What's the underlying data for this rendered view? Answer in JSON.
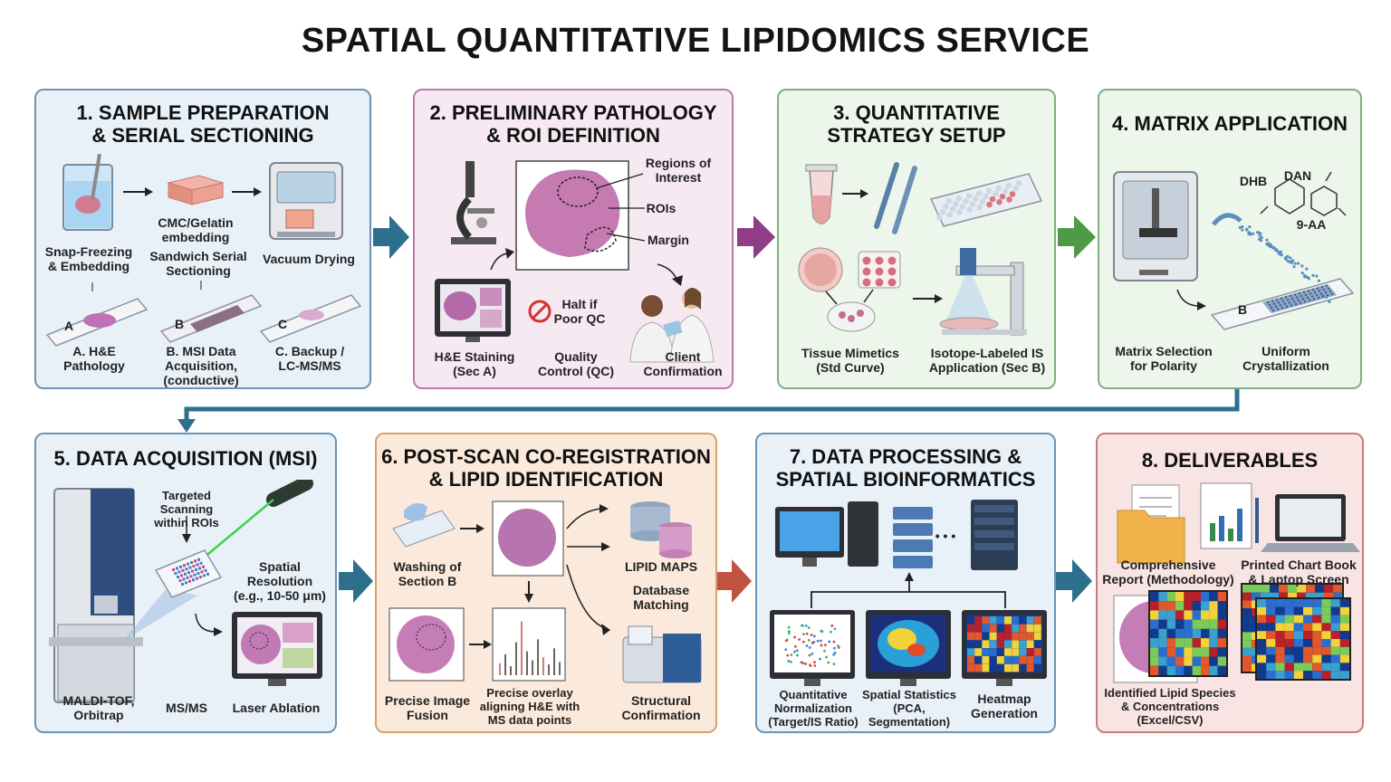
{
  "title": "SPATIAL QUANTITATIVE LIPIDOMICS SERVICE",
  "colors": {
    "blue_panel": "#5b86a8",
    "pink_panel": "#b9799f",
    "green_panel": "#6fa86f",
    "orange_panel": "#d9a06a",
    "red_panel": "#c87b7b",
    "arrow_teal": "#2e6f8e",
    "arrow_purple": "#8e3d86",
    "arrow_green": "#4f9a44",
    "arrow_red": "#c0533f"
  },
  "panels": [
    {
      "title1": "1. SAMPLE PREPARATION",
      "title2": "& SERIAL SECTIONING",
      "labels": {
        "snap1": "Snap-Freezing",
        "snap2": "& Embedding",
        "cmc1": "CMC/Gelatin",
        "cmc2": "embedding",
        "sand1": "Sandwich Serial",
        "sand2": "Sectioning",
        "vac": "Vacuum Drying",
        "slideA": "A",
        "slideB": "B",
        "slideC": "C",
        "a1": "A. H&E",
        "a2": "Pathology",
        "b1": "B. MSI Data",
        "b2": "Acquisition,",
        "b3": "(conductive)",
        "c1": "C. Backup /",
        "c2": "LC-MS/MS"
      }
    },
    {
      "title1": "2. PRELIMINARY PATHOLOGY",
      "title2": "& ROI DEFINITION",
      "labels": {
        "roi1": "Regions of",
        "roi2": "Interest",
        "rois": "ROIs",
        "margin": "Margin",
        "halt1": "Halt if",
        "halt2": "Poor QC",
        "he1": "H&E Staining",
        "he2": "(Sec A)",
        "qc1": "Quality",
        "qc2": "Control (QC)",
        "cl1": "Client",
        "cl2": "Confirmation"
      }
    },
    {
      "title1": "3. QUANTITATIVE",
      "title2": "STRATEGY SETUP",
      "labels": {
        "tm1": "Tissue Mimetics",
        "tm2": "(Std Curve)",
        "iso1": "Isotope-Labeled IS",
        "iso2": "Application (Sec B)"
      }
    },
    {
      "title1": "4. MATRIX APPLICATION",
      "labels": {
        "dhb": "DHB",
        "dan": "DAN",
        "aa": "9-AA",
        "slideB": "B",
        "ms1": "Matrix Selection",
        "ms2": "for Polarity",
        "uc1": "Uniform",
        "uc2": "Crystallization"
      }
    },
    {
      "title1": "5. DATA ACQUISITION (MSI)",
      "labels": {
        "ts1": "Targeted",
        "ts2": "Scanning",
        "ts3": "within ROIs",
        "sr1": "Spatial",
        "sr2": "Resolution",
        "sr3": "(e.g., 10-50 μm)",
        "mt1": "MALDI-TOF,",
        "mt2": "Orbitrap",
        "msms": "MS/MS",
        "laser": "Laser Ablation"
      }
    },
    {
      "title1": "6. POST-SCAN CO-REGISTRATION",
      "title2": "& LIPID IDENTIFICATION",
      "labels": {
        "w1": "Washing of",
        "w2": "Section B",
        "lm": "LIPID MAPS",
        "db1": "Database",
        "db2": "Matching",
        "pf1": "Precise Image",
        "pf2": "Fusion",
        "po1": "Precise overlay",
        "po2": "aligning H&E with",
        "po3": "MS data points",
        "sc1": "Structural",
        "sc2": "Confirmation"
      }
    },
    {
      "title1": "7. DATA PROCESSING &",
      "title2": "SPATIAL BIOINFORMATICS",
      "labels": {
        "dots": "• • •",
        "qn1": "Quantitative",
        "qn2": "Normalization",
        "qn3": "(Target/IS Ratio)",
        "ss1": "Spatial Statistics",
        "ss2": "(PCA,",
        "ss3": "Segmentation)",
        "hm1": "Heatmap",
        "hm2": "Generation"
      }
    },
    {
      "title1": "8. DELIVERABLES",
      "labels": {
        "cr1": "Comprehensive",
        "cr2": "Report (Methodology)",
        "pc1": "Printed Chart Book",
        "pc2": "& Laptop Screen",
        "il1": "Identified Lipid Species",
        "il2": "& Concentrations",
        "il3": "(Excel/CSV)"
      }
    }
  ]
}
